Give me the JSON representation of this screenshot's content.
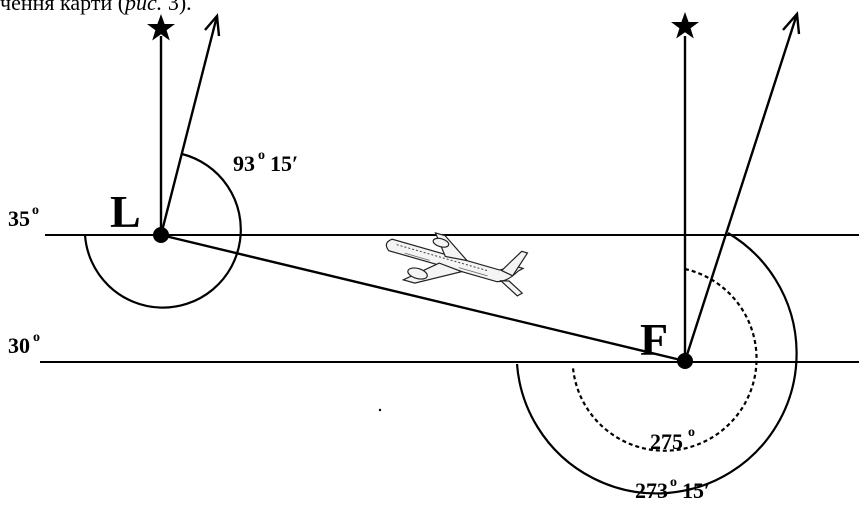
{
  "caption": {
    "prefix": "чення карти (",
    "italic": "рис.",
    "suffix": " 3)."
  },
  "points": {
    "L": "L",
    "F": "F"
  },
  "latitudes": {
    "lat_top": "35",
    "lat_bottom": "30"
  },
  "angles": {
    "bearing_L": "93",
    "bearing_L_min": "15′",
    "bearing_F_dashed": "275",
    "bearing_F_solid": "273",
    "bearing_F_solid_min": "15′"
  },
  "degree_symbol": "o",
  "icons": {
    "north_star": "star-icon",
    "plane": "airplane-icon"
  }
}
